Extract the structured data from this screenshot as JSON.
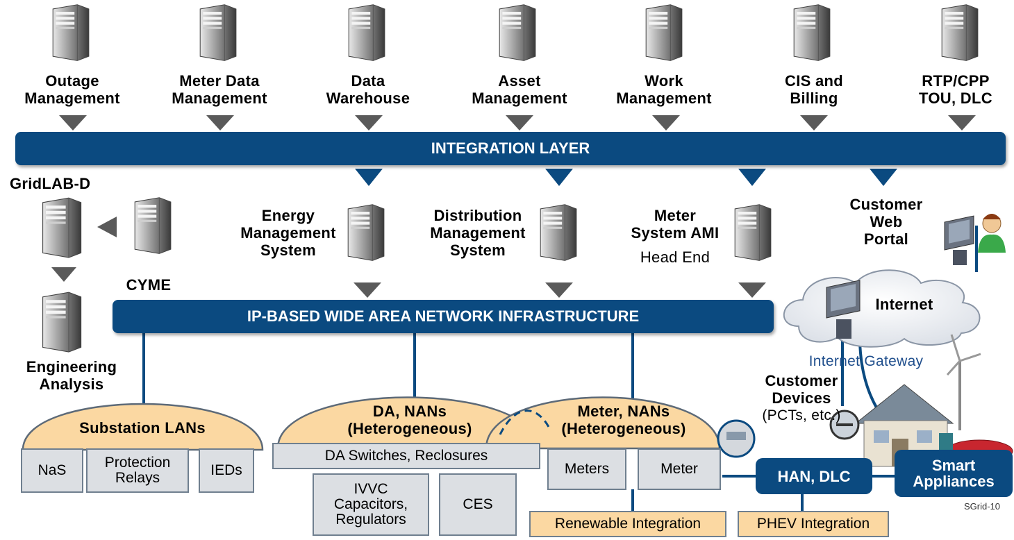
{
  "servers": [
    {
      "label": "Outage\nManagement"
    },
    {
      "label": "Meter Data\nManagement"
    },
    {
      "label": "Data\nWarehouse"
    },
    {
      "label": "Asset\nManagement"
    },
    {
      "label": "Work\nManagement"
    },
    {
      "label": "CIS and\nBilling"
    },
    {
      "label": "RTP/CPP\nTOU, DLC"
    }
  ],
  "integration_layer": "INTEGRATION LAYER",
  "left_group": {
    "gridlab": "GridLAB-D",
    "cyme": "CYME",
    "engineering": "Engineering\nAnalysis"
  },
  "mid_systems": {
    "ems": "Energy\nManagement\nSystem",
    "dms": "Distribution\nManagement\nSystem",
    "ami_bold": "Meter\nSystem AMI",
    "ami_regular": "Head End"
  },
  "customer_portal": "Customer\nWeb\nPortal",
  "internet": "Internet",
  "internet_gateway": "Internet Gateway",
  "customer_devices": "Customer\nDevices",
  "customer_devices_note": "(PCTs, etc.)",
  "wan": "IP-BASED WIDE AREA NETWORK INFRASTRUCTURE",
  "substation": {
    "title": "Substation LANs",
    "items": [
      "NaS",
      "Protection\nRelays",
      "IEDs"
    ]
  },
  "da": {
    "title": "DA, NANs\n(Heterogeneous)",
    "switches": "DA Switches, Reclosures",
    "items": [
      "IVVC\nCapacitors,\nRegulators",
      "CES"
    ]
  },
  "meter": {
    "title": "Meter, NANs\n(Heterogeneous)",
    "items": [
      "Meters",
      "Meter"
    ]
  },
  "han": "HAN, DLC",
  "smart": "Smart\nAppliances",
  "renewable": "Renewable Integration",
  "phev": "PHEV Integration",
  "figure_tag": "SGrid-10",
  "colors": {
    "navy": "#0b4a80",
    "ellipse_fill": "#fbd8a2",
    "box_fill": "#dcdfe3",
    "arrow_gray": "#5a5a5a"
  }
}
